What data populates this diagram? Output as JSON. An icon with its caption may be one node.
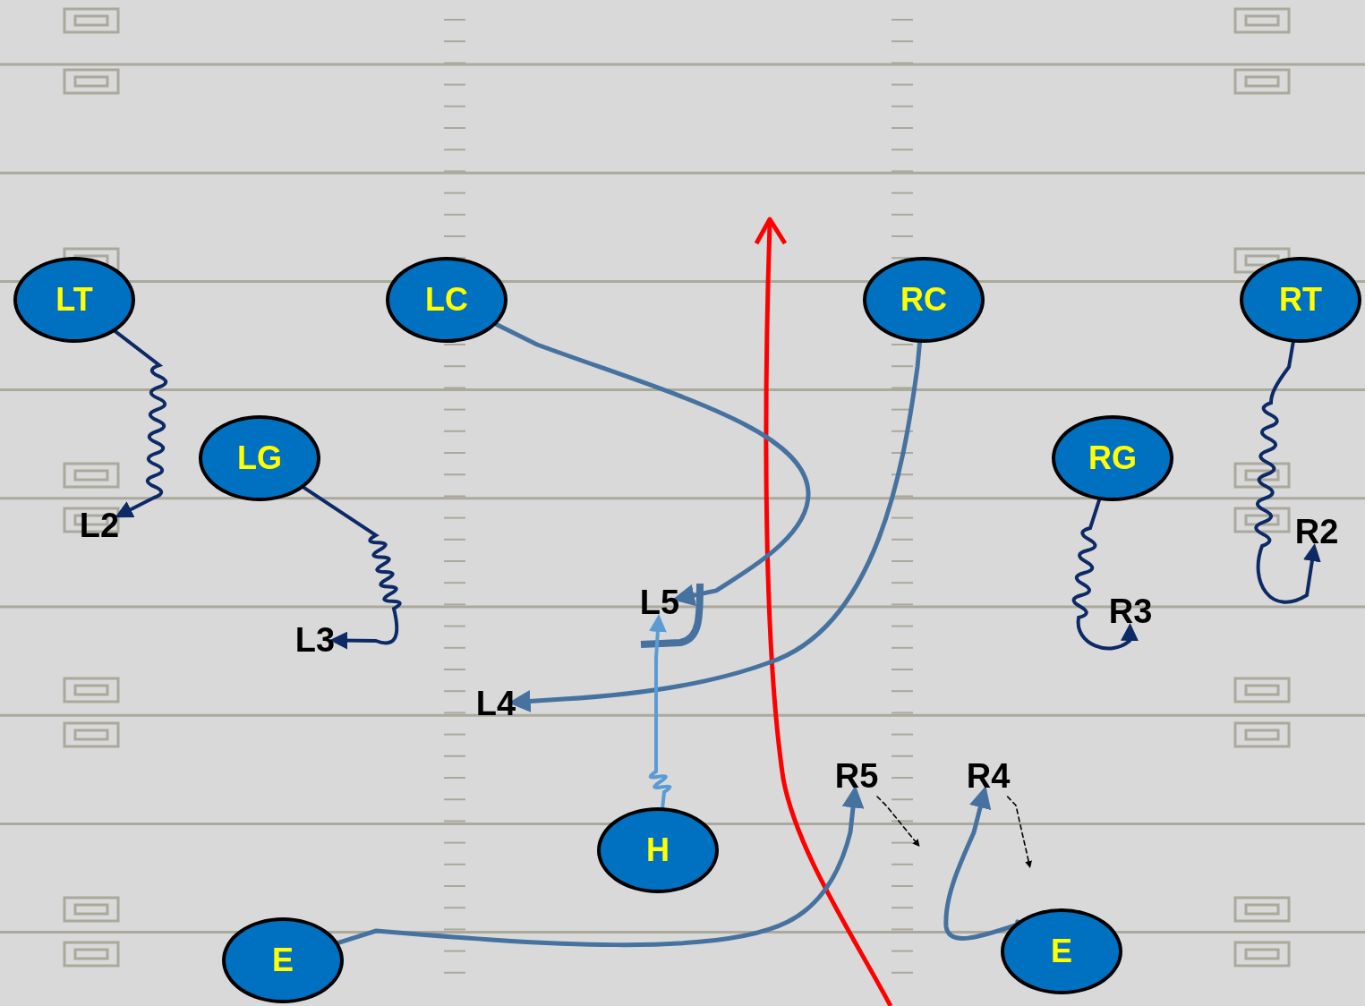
{
  "diagram": {
    "nodes": [
      {
        "text": [
          "LT"
        ]
      },
      {
        "text": [
          "LC"
        ]
      },
      {
        "text": [
          "RC"
        ]
      },
      {
        "text": [
          "RT"
        ]
      },
      {
        "text": [
          "LG"
        ]
      },
      {
        "text": [
          "RG"
        ]
      },
      {
        "text": [
          "H"
        ]
      },
      {
        "text": [
          "E"
        ]
      },
      {
        "text": [
          "E"
        ]
      },
      {
        "text": [
          "L2"
        ]
      },
      {
        "text": [
          "L3"
        ]
      },
      {
        "text": [
          "L5"
        ]
      },
      {
        "text": [
          "L4"
        ]
      },
      {
        "text": [
          "R2"
        ]
      },
      {
        "text": [
          "R3"
        ]
      },
      {
        "text": [
          "R5"
        ]
      },
      {
        "text": [
          "R4"
        ]
      }
    ],
    "edges": [
      {
        "from": 0,
        "to": 9,
        "arrow": "to",
        "color": "#0d2a66"
      },
      {
        "from": 4,
        "to": 10,
        "arrow": "to",
        "color": "#0d2a66"
      },
      {
        "from": 1,
        "to": 11,
        "arrow": "to",
        "color": "#4672a0"
      },
      {
        "from": 2,
        "to": 12,
        "arrow": "to",
        "color": "#4672a0"
      },
      {
        "from": 6,
        "to": 11,
        "arrow": "to",
        "color": "#5b9bd5"
      },
      {
        "from": 7,
        "to": 15,
        "arrow": "to",
        "color": "#4672a0"
      },
      {
        "from": 8,
        "to": 16,
        "arrow": "to",
        "color": "#4672a0"
      },
      {
        "from": 3,
        "to": 13,
        "arrow": "to",
        "color": "#0d2a66"
      },
      {
        "from": 5,
        "to": 14,
        "arrow": "to",
        "color": "#0d2a66"
      },
      {
        "from": 15,
        "to": null,
        "arrow": "to",
        "style": "dashed",
        "color": "#000000"
      },
      {
        "from": 16,
        "to": null,
        "arrow": "to",
        "style": "dashed",
        "color": "#000000"
      }
    ]
  }
}
